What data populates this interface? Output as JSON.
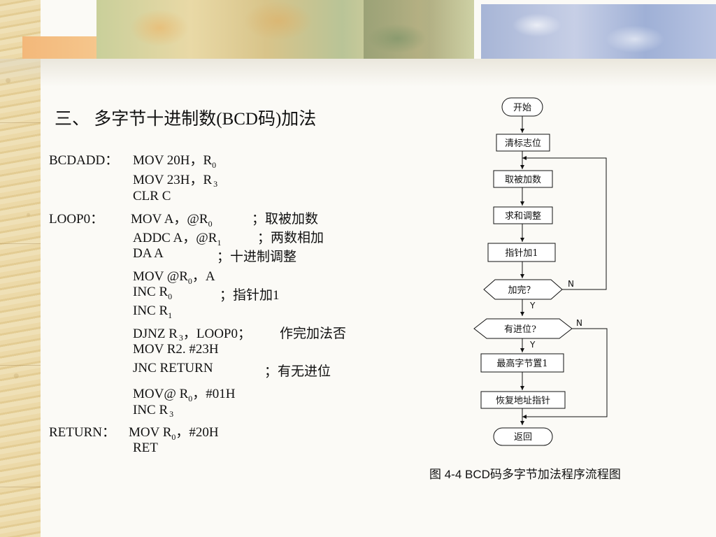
{
  "slide": {
    "title": "三、 多字节十进制数(BCD码)加法"
  },
  "code": {
    "lines": [
      {
        "label": "BCDADD：",
        "instr": "MOV 20H，R",
        "sub": "0",
        "tail": "",
        "comment": ""
      },
      {
        "label": "",
        "instr": "MOV 23H，R",
        "sub": "3",
        "tail": "",
        "comment": ""
      },
      {
        "label": "",
        "instr": "CLR C",
        "sub": "",
        "tail": "",
        "comment": ""
      },
      {
        "label": "LOOP0：",
        "instr": "MOV A，@R",
        "sub": "0",
        "tail": "",
        "comment": "；取被加数"
      },
      {
        "label": "",
        "instr": "ADDC A，@R",
        "sub": "1",
        "tail": "",
        "comment": "；两数相加"
      },
      {
        "label": "",
        "instr": "DA A",
        "sub": "",
        "tail": "",
        "comment": "；十进制调整"
      },
      {
        "label": "",
        "instr": "MOV @R",
        "sub": "0",
        "tail": "，A",
        "comment": ""
      },
      {
        "label": "",
        "instr": "INC R",
        "sub": "0",
        "tail": "",
        "comment": "；指针加1"
      },
      {
        "label": "",
        "instr": "INC R",
        "sub": "1",
        "tail": "",
        "comment": ""
      },
      {
        "label": "",
        "instr": "DJNZ R",
        "sub": "3",
        "tail": "，LOOP0；",
        "comment": "作完加法否"
      },
      {
        "label": "",
        "instr": "MOV  R2. #23H",
        "sub": "",
        "tail": "",
        "comment": ""
      },
      {
        "label": "",
        "instr": "JNC  RETURN",
        "sub": "",
        "tail": "",
        "comment": "；有无进位"
      },
      {
        "label": "",
        "instr": "MOV@ R",
        "sub": "0",
        "tail": "，#01H",
        "comment": ""
      },
      {
        "label": "",
        "instr": "INC R",
        "sub": "3",
        "tail": "",
        "comment": ""
      },
      {
        "label": "RETURN：",
        "instr": "MOV R",
        "sub": "0",
        "tail": "，#20H",
        "comment": ""
      },
      {
        "label": "",
        "instr": "RET",
        "sub": "",
        "tail": "",
        "comment": ""
      }
    ]
  },
  "flowchart": {
    "start": "开始",
    "steps": [
      "清标志位",
      "取被加数",
      "求和调整",
      "指针加1"
    ],
    "decision1": "加完？",
    "decision2": "有进位?",
    "after_steps": [
      "最高字节置1",
      "恢复地址指针"
    ],
    "end": "返回",
    "no_label": "N",
    "yes_label": "Y"
  },
  "caption": "图 4-4  BCD码多字节加法程序流程图",
  "colors": {
    "text": "#111111",
    "banner_blue": "#a7b5d6",
    "banner_tan": "#f3b87a",
    "parchment": "#ecd9a8"
  }
}
